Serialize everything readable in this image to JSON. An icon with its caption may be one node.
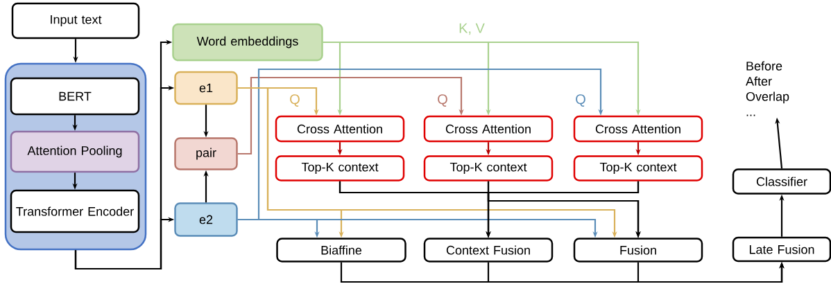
{
  "diagram": {
    "nodes": [
      {
        "text": [
          "Input text"
        ]
      },
      {
        "text": [],
        "shape": "box"
      },
      {
        "text": [
          "BERT"
        ],
        "in": 1
      },
      {
        "text": [
          "Attention Pooling"
        ],
        "in": 1
      },
      {
        "text": [
          "Transformer Encoder"
        ],
        "in": 1
      },
      {
        "text": [
          "Word embeddings"
        ]
      },
      {
        "text": [
          "e1"
        ]
      },
      {
        "text": [
          "pair"
        ]
      },
      {
        "text": [
          "e2"
        ]
      },
      {
        "text": [
          "Cross Attention"
        ]
      },
      {
        "text": [
          "Top-K context"
        ]
      },
      {
        "text": [
          "Cross Attention"
        ]
      },
      {
        "text": [
          "Top-K context"
        ]
      },
      {
        "text": [
          "Cross Attention"
        ]
      },
      {
        "text": [
          "Top-K context"
        ]
      },
      {
        "text": [
          "Biaffine"
        ]
      },
      {
        "text": [
          "Context Fusion"
        ]
      },
      {
        "text": [
          "Fusion"
        ]
      },
      {
        "text": [
          "Late Fusion"
        ]
      },
      {
        "text": [
          "Classifier"
        ]
      },
      {
        "text": [
          "Before",
          "After",
          "Overlap",
          "..."
        ]
      }
    ],
    "edges": [
      {
        "from": 0,
        "to": 1,
        "arrow": "to"
      },
      {
        "from": 2,
        "to": 3,
        "arrow": "to"
      },
      {
        "from": 3,
        "to": 4,
        "arrow": "to"
      },
      {
        "from": 1,
        "to": 5,
        "arrow": "to"
      },
      {
        "from": 1,
        "to": 6,
        "arrow": "to"
      },
      {
        "from": 1,
        "to": 8,
        "arrow": "to"
      },
      {
        "from": 6,
        "to": 7,
        "arrow": "to"
      },
      {
        "from": 8,
        "to": 7,
        "arrow": "to"
      },
      {
        "from": 5,
        "to": 9,
        "arrow": "to",
        "color": "#a9d18e"
      },
      {
        "from": 5,
        "to": 11,
        "arrow": "to",
        "color": "#a9d18e",
        "label": "K, V"
      },
      {
        "from": 5,
        "to": 13,
        "arrow": "to",
        "color": "#a9d18e"
      },
      {
        "from": 6,
        "to": 9,
        "arrow": "to",
        "color": "#d9b15a",
        "label": "Q"
      },
      {
        "from": 7,
        "to": 11,
        "arrow": "to",
        "color": "#b8776c",
        "label": "Q"
      },
      {
        "from": 8,
        "to": 13,
        "arrow": "to",
        "color": "#5b8db8",
        "label": "Q"
      },
      {
        "from": 9,
        "to": 10,
        "arrow": "to",
        "color": "#b00000"
      },
      {
        "from": 11,
        "to": 12,
        "arrow": "to",
        "color": "#b00000"
      },
      {
        "from": 13,
        "to": 14,
        "arrow": "to",
        "color": "#b00000"
      },
      {
        "from": 6,
        "to": 15,
        "arrow": "to",
        "color": "#d9b15a"
      },
      {
        "from": 6,
        "to": 17,
        "arrow": "to",
        "color": "#d9b15a"
      },
      {
        "from": 8,
        "to": 15,
        "arrow": "to",
        "color": "#5b8db8"
      },
      {
        "from": 8,
        "to": 17,
        "arrow": "to",
        "color": "#5b8db8"
      },
      {
        "from": 10,
        "to": 16,
        "arrow": "to"
      },
      {
        "from": 12,
        "to": 16,
        "arrow": "to"
      },
      {
        "from": 14,
        "to": 16,
        "arrow": "to"
      },
      {
        "from": 10,
        "to": 17,
        "arrow": "to"
      },
      {
        "from": 12,
        "to": 17,
        "arrow": "to"
      },
      {
        "from": 14,
        "to": 17,
        "arrow": "to"
      },
      {
        "from": 15,
        "to": 18,
        "arrow": "to"
      },
      {
        "from": 16,
        "to": 18,
        "arrow": "to"
      },
      {
        "from": 17,
        "to": 18,
        "arrow": "to"
      },
      {
        "from": 18,
        "to": 19,
        "arrow": "to"
      },
      {
        "from": 19,
        "to": 20,
        "arrow": "to"
      }
    ]
  }
}
